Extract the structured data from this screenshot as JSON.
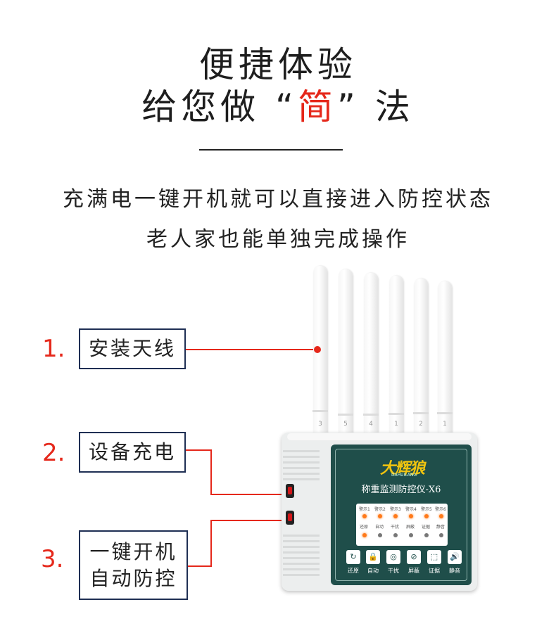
{
  "header": {
    "title_line1": "便捷体验",
    "title_line2_pre": "给您做",
    "title_line2_quote_open": "“",
    "title_line2_highlight": "简",
    "title_line2_quote_close": "”",
    "title_line2_post": "法"
  },
  "description": {
    "line1": "充满电一键开机就可以直接进入防控状态",
    "line2": "老人家也能单独完成操作"
  },
  "steps": [
    {
      "number": "1.",
      "label": "安装天线"
    },
    {
      "number": "2.",
      "label": "设备充电"
    },
    {
      "number": "3.",
      "label_line1": "一键开机",
      "label_line2": "自动防控"
    }
  ],
  "device": {
    "brand": "大辉狼",
    "brand_sub": "DAHUILANG",
    "model": "称重监测防控仪-X6",
    "antenna_labels": [
      "3",
      "5",
      "4",
      "1",
      "2",
      "1"
    ],
    "led_labels_top": [
      "警示1",
      "警示2",
      "警示3",
      "警示4",
      "警示5",
      "警示6"
    ],
    "led_labels_bottom": [
      "还原",
      "自动",
      "干扰",
      "屏蔽",
      "证据",
      "静音"
    ],
    "keys": [
      {
        "icon": "refresh-icon",
        "label": "还原"
      },
      {
        "icon": "lock-icon",
        "label": "自动"
      },
      {
        "icon": "signal-icon",
        "label": "干扰"
      },
      {
        "icon": "block-icon",
        "label": "屏蔽"
      },
      {
        "icon": "scan-icon",
        "label": "证据"
      },
      {
        "icon": "speaker-icon",
        "label": "静音"
      }
    ]
  },
  "colors": {
    "accent_red": "#e5281b",
    "box_border": "#1f2f54",
    "panel_green": "#1f4e4a"
  }
}
